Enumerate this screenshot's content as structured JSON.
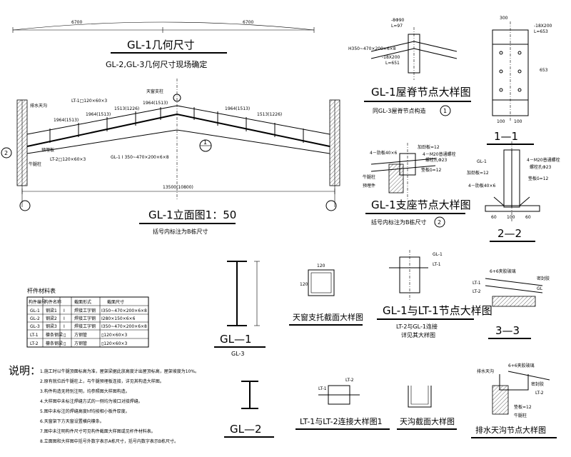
{
  "main_elevation": {
    "dim_top_left": "6700",
    "dim_top_right": "6700",
    "title_geom": "GL-1几何尺寸",
    "subtitle_geom": "GL-2,GL-3几何尺寸现场确定",
    "label_waterproof": "排水天沟",
    "label_lt1": "LT-1□120×60×3",
    "label_skylight": "天窗支柱",
    "dim_1964_1": "1964(1513)",
    "dim_1964_2": "1964(1513)",
    "dim_1964_3": "1964(1513)",
    "dim_1964_4": "1964(1513)",
    "dim_1513_1": "1513(1226)",
    "dim_1513_2": "1513(1226)",
    "label_lt2": "LT-2□120×60×3",
    "label_beam": "GL-1 I 350~470×200×6×8",
    "label_fire": "预埋板",
    "label_bracket": "牛腿柱",
    "dim_bottom": "13500(10800)",
    "ref_callout_2": "2",
    "ref_callout_1": "1",
    "title_elev": "GL-1立面图1：50",
    "note_elev": "括号内标注为B栋尺寸"
  },
  "ridge_detail": {
    "label_plate1": "-8Φ90",
    "label_plate2": "L=97",
    "label_beam": "H350~470×200×6×8",
    "label_plate3": "-18X200",
    "label_plate4": "L=651",
    "title": "GL-1屋脊节点大样图",
    "note": "同GL-3屋脊节点构造",
    "ref": "1"
  },
  "section_1_1": {
    "dim_top": "300",
    "label_plate": "-18X200",
    "label_len": "L=653",
    "dim_side": "653",
    "dim_bot_1": "100",
    "dim_bot_2": "100",
    "title": "1—1"
  },
  "support_detail": {
    "label_stiff": "4－肋板40×6",
    "label_plate": "加劲板=12",
    "label_bolt": "4－M20普通螺栓",
    "label_hole": "螺栓孔Φ23",
    "label_pad": "垫板δ=12",
    "label_col": "牛腿柱",
    "label_embed": "预埋件",
    "title": "GL-1支座节点大样图",
    "note": "括号内标注为B栋尺寸",
    "ref": "2"
  },
  "section_2_2": {
    "label_gl1": "GL-1",
    "label_bolt": "4－M20普通螺栓",
    "label_hole": "螺栓孔Φ23",
    "label_stiff": "加劲板=12",
    "label_pad": "垫板δ=12",
    "label_rib": "4－肋板40×6",
    "dim_1": "60",
    "dim_2": "100",
    "dim_3": "60",
    "title": "2—2"
  },
  "material_table": {
    "title": "杆件材料表",
    "headers": [
      "构件编号",
      "构件名称",
      "",
      "截面形式",
      "截面尺寸"
    ],
    "rows": [
      [
        "GL-1",
        "钢梁1",
        "I",
        "焊接工字钢",
        "I350~470×200×6×8"
      ],
      [
        "GL-2",
        "钢梁2",
        "I",
        "焊接工字钢",
        "I280×150×6×6"
      ],
      [
        "GL-3",
        "钢梁3",
        "I",
        "焊接工字钢",
        "I350~470×200×6×8"
      ],
      [
        "LT-1",
        "檩条钢梁",
        "▯",
        "方钢管",
        "▯120×60×3"
      ],
      [
        "LT-2",
        "檩条钢梁",
        "▯",
        "方钢管",
        "▯120×60×3"
      ]
    ]
  },
  "gl1_section": {
    "title": "GL—1",
    "sub": "GL-3"
  },
  "gl2_section": {
    "title": "GL—2"
  },
  "skylight_section": {
    "dim_top": "120",
    "dim_side": "120",
    "title": "天窗支托截面大样图"
  },
  "gl1_lt1_node": {
    "label_gl1": "GL-1",
    "label_lt1": "LT-1",
    "title": "GL-1与LT-1节点大样图",
    "sub1": "LT-2与GL-1连接",
    "sub2": "详见其大样图"
  },
  "section_3_3": {
    "label_seal": "6+6夹胶玻璃",
    "label_lt1": "LT-1",
    "label_lt2": "LT-2",
    "label_gasket": "密封胶",
    "label_gl": "GL",
    "title": "3—3"
  },
  "notes": {
    "heading": "说明：",
    "items": [
      "1.施工时以牛腿顶面标高为准，屋架梁据此放高度计出屋顶标高，屋架坡度为10%。",
      "2.原有就位后牛腿柱上，与牛腿预埋板连接，详见其构造大样图。",
      "3.构件构造无特别注明，均参照图大样图构造。",
      "4.大样图中未标注焊缝方式的一侧均为坡口对接焊缝。",
      "5.图中未标注的焊缝高度hf均按相小板件厚度。",
      "6.天窗架下方天窗设置横向檩条。",
      "7.图中未注明构件尺寸可见构件截面大样图或见杆件材料表。",
      "8.立面图和大样图中括号外数字表示A栋尺寸，括号内数字表示B栋尺寸。"
    ]
  },
  "lt_connect": {
    "label_lt2": "LT-2",
    "label_lt1": "LT-1",
    "title": "LT-1与LT-2连接大样图1"
  },
  "gutter_section": {
    "title": "天沟截面大样图"
  },
  "drain_detail": {
    "label_glass": "6+6夹胶玻璃",
    "label_drain": "排水天沟",
    "label_sealant": "密封胶",
    "label_lt2": "LT-2",
    "label_pad": "垫板=12",
    "label_col": "牛腿柱",
    "title": "排水天沟节点大样图"
  }
}
